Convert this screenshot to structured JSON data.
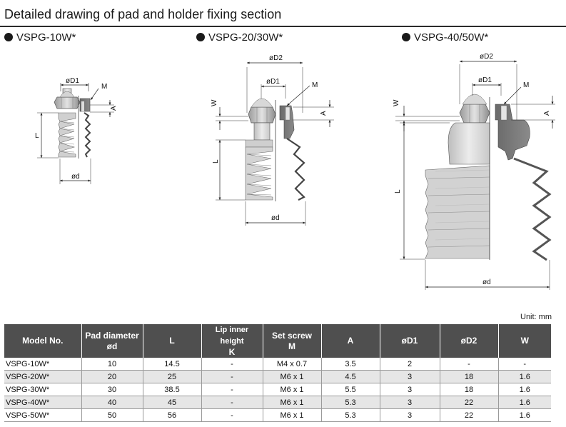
{
  "title": "Detailed drawing of pad and holder fixing section",
  "models": [
    {
      "label": "VSPG-10W*"
    },
    {
      "label": "VSPG-20/30W*"
    },
    {
      "label": "VSPG-40/50W*"
    }
  ],
  "dimension_labels": {
    "D1": "øD1",
    "D2": "øD2",
    "M": "M",
    "A": "A",
    "L": "L",
    "d": "ød",
    "W": "W"
  },
  "unit": "Unit: mm",
  "table": {
    "headers": [
      {
        "line1": "Model No.",
        "line2": ""
      },
      {
        "line1": "Pad diameter",
        "line2": "ød"
      },
      {
        "line1": "L",
        "line2": ""
      },
      {
        "line1": "Lip inner height",
        "line2": "K"
      },
      {
        "line1": "Set screw",
        "line2": "M"
      },
      {
        "line1": "A",
        "line2": ""
      },
      {
        "line1": "øD1",
        "line2": ""
      },
      {
        "line1": "øD2",
        "line2": ""
      },
      {
        "line1": "W",
        "line2": ""
      }
    ],
    "rows": [
      [
        "VSPG-10W*",
        "10",
        "14.5",
        "-",
        "M4 x 0.7",
        "3.5",
        "2",
        "-",
        "-"
      ],
      [
        "VSPG-20W*",
        "20",
        "25",
        "-",
        "M6 x 1",
        "4.5",
        "3",
        "18",
        "1.6"
      ],
      [
        "VSPG-30W*",
        "30",
        "38.5",
        "-",
        "M6 x 1",
        "5.5",
        "3",
        "18",
        "1.6"
      ],
      [
        "VSPG-40W*",
        "40",
        "45",
        "-",
        "M6 x 1",
        "5.3",
        "3",
        "22",
        "1.6"
      ],
      [
        "VSPG-50W*",
        "50",
        "56",
        "-",
        "M6 x 1",
        "5.3",
        "3",
        "22",
        "1.6"
      ]
    ]
  }
}
